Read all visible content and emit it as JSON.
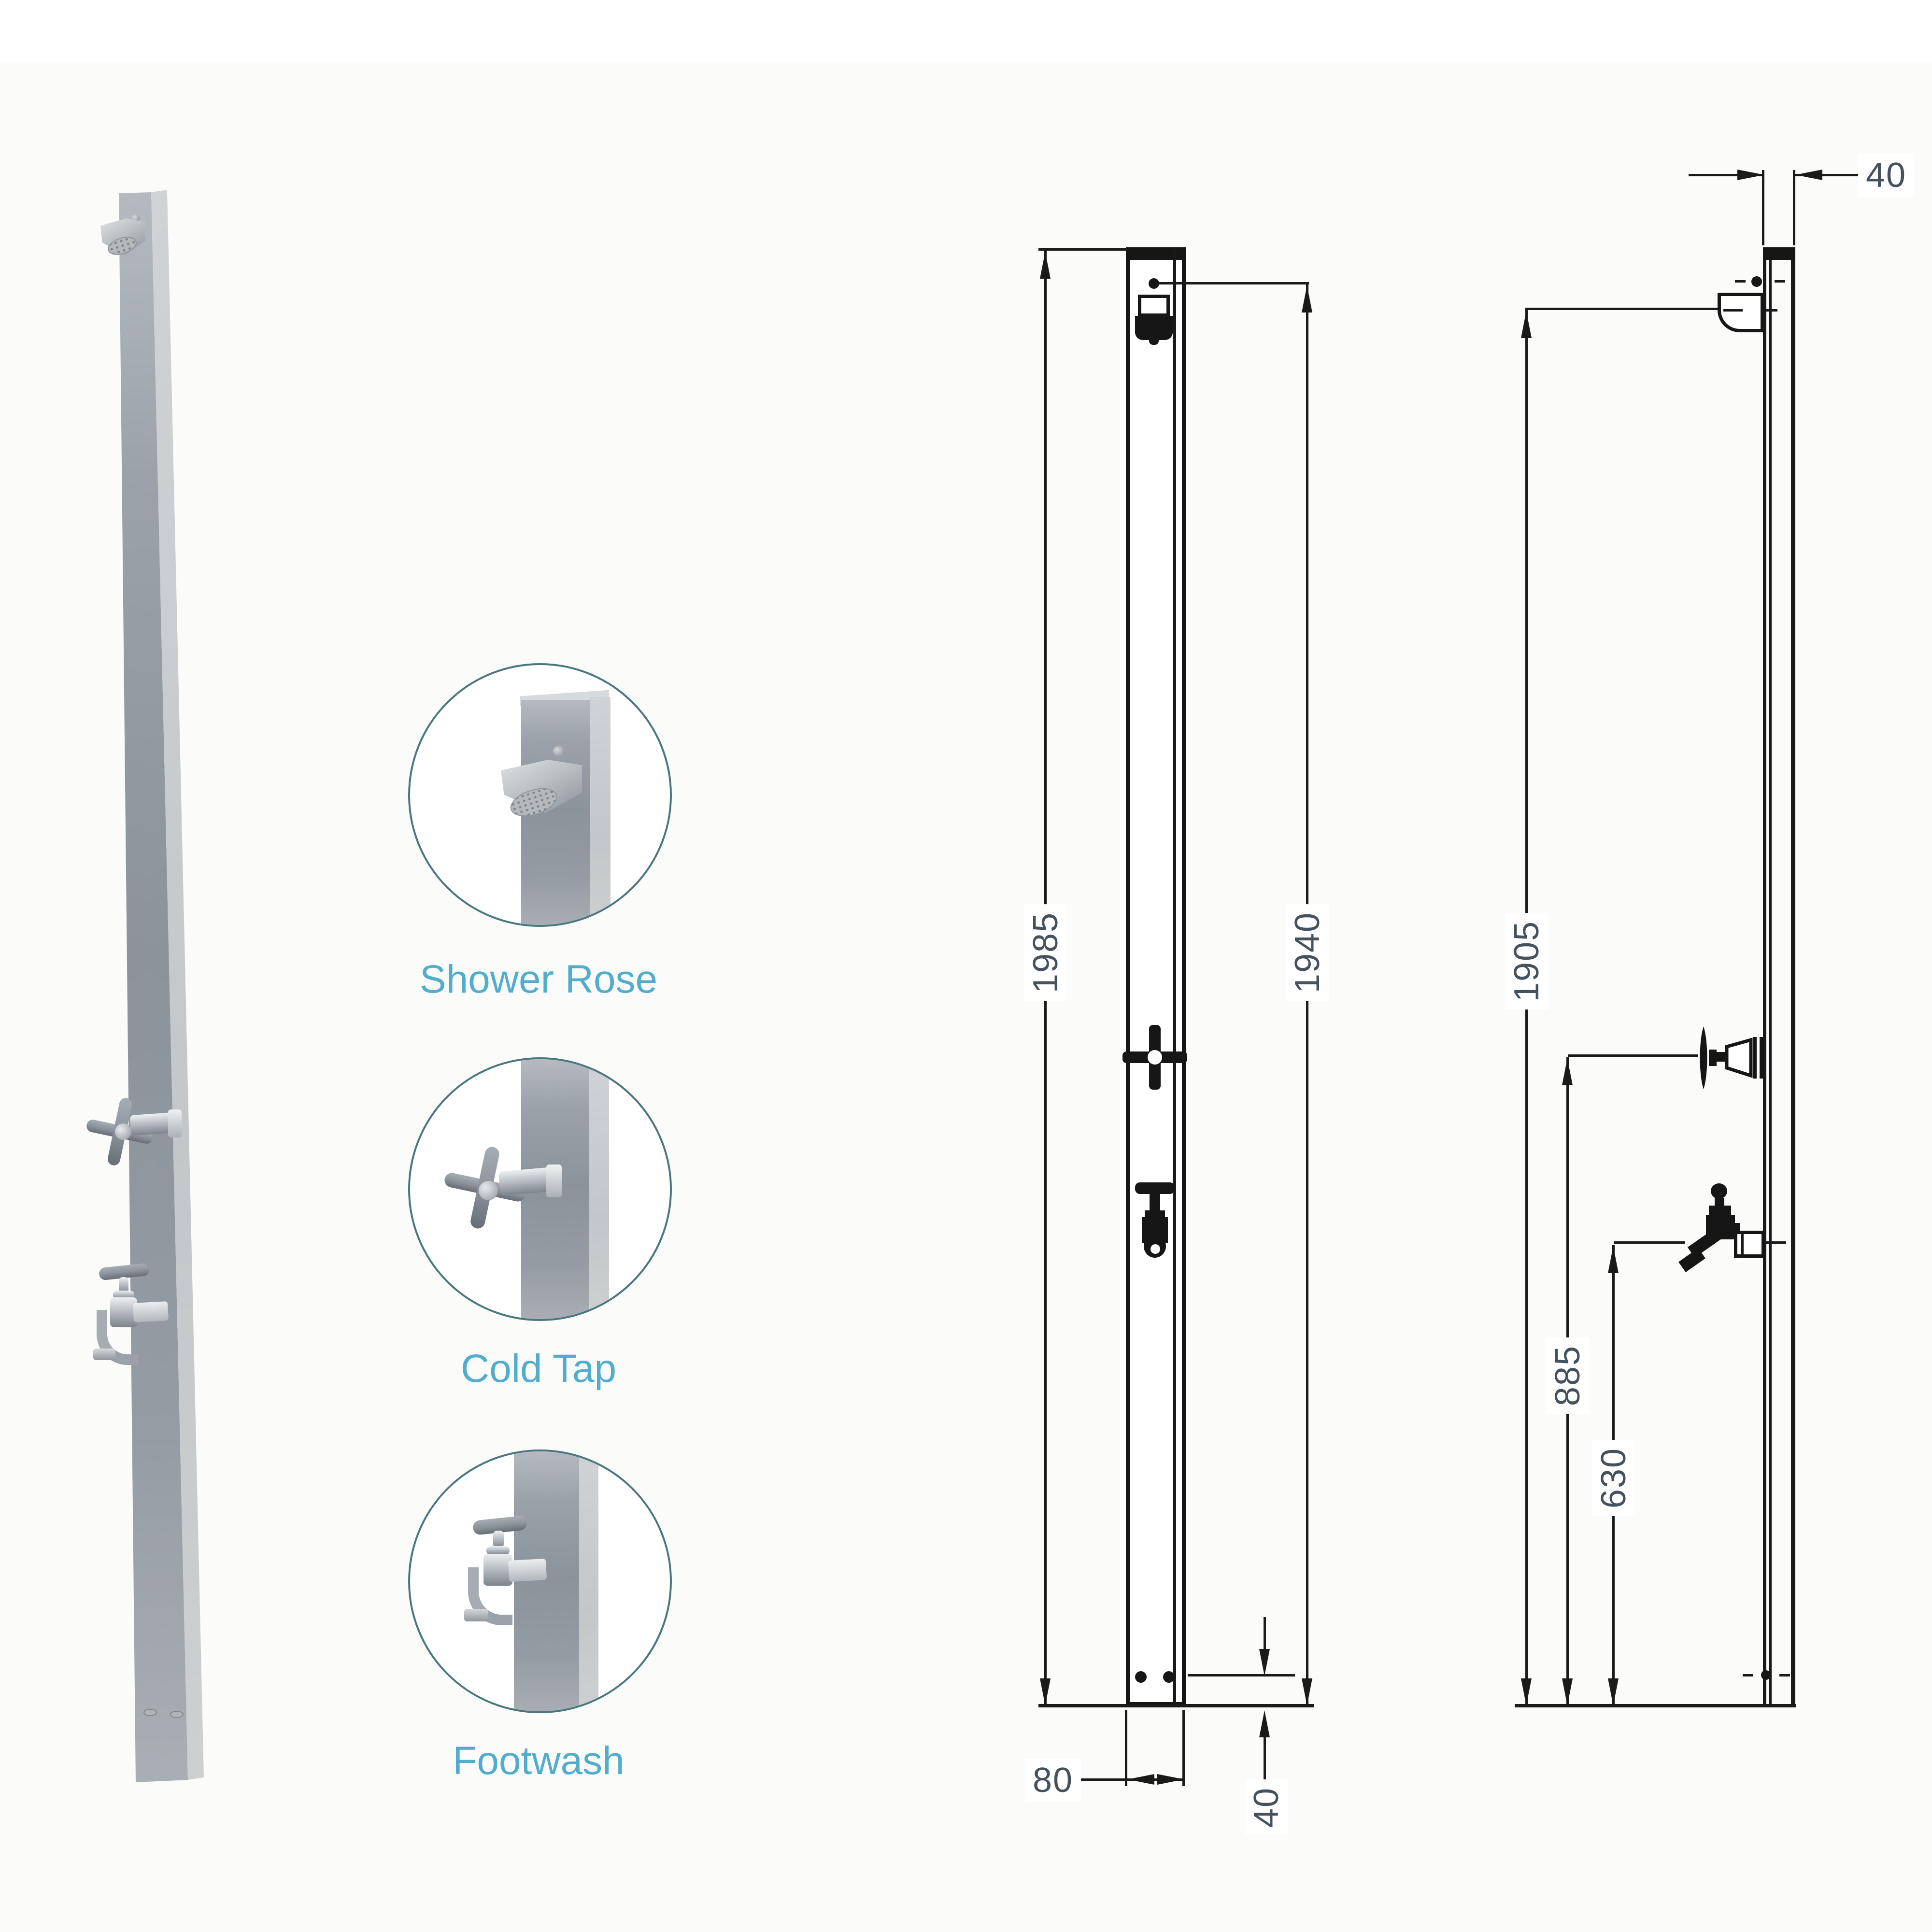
{
  "callouts": {
    "shower_rose": "Shower Rose",
    "cold_tap": "Cold Tap",
    "footwash": "Footwash"
  },
  "front_view": {
    "overall_height": "1985",
    "shower_rose_height": "1940",
    "column_width": "80",
    "drain_hole_offset": "40"
  },
  "side_view": {
    "column_depth": "40",
    "shower_rose_height": "1905",
    "cold_tap_height": "885",
    "footwash_height": "630"
  },
  "colors": {
    "label_blue": "#52adcc",
    "circle_teal": "#4a777d",
    "dim_text": "#45515d",
    "line": "#1a1a1a"
  }
}
